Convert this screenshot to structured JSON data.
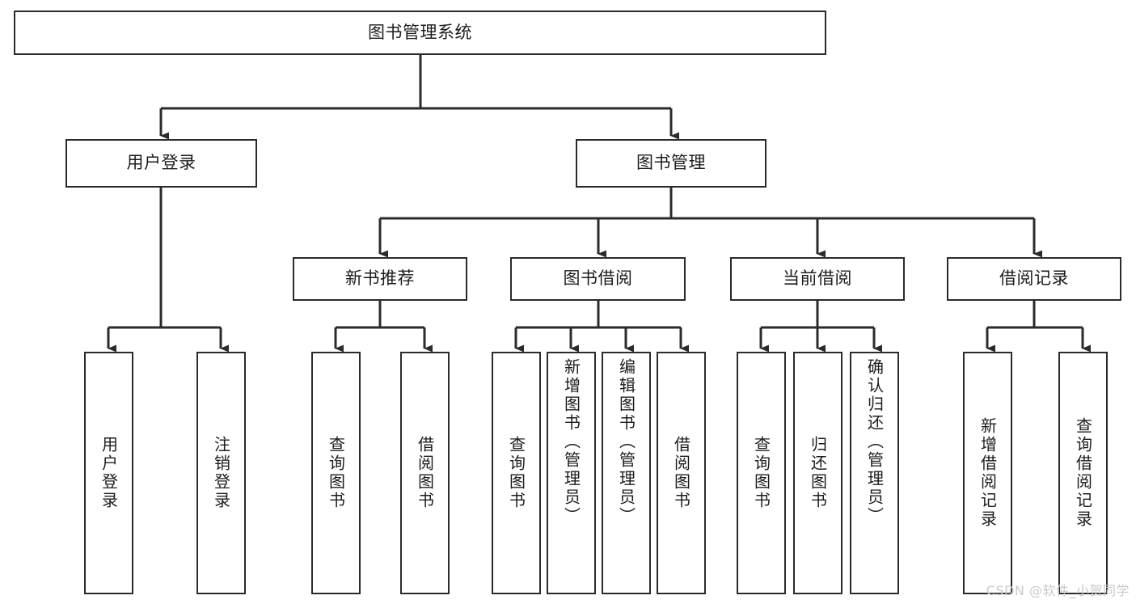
{
  "diagram": {
    "type": "tree-hierarchy",
    "title": "图书管理系统",
    "watermark": "CSDN @软件_小贺同学",
    "colors": {
      "stroke": "#2b2b2b",
      "fill": "#ffffff",
      "text": "#1c1c1c",
      "watermark": "#c9c9c9"
    },
    "nodes": {
      "root": {
        "label": "图书管理系统"
      },
      "level2": [
        {
          "id": "user-login",
          "label": "用户登录"
        },
        {
          "id": "book-manage",
          "label": "图书管理"
        }
      ],
      "level3": [
        {
          "id": "new-book-recommend",
          "label": "新书推荐"
        },
        {
          "id": "book-borrow",
          "label": "图书借阅"
        },
        {
          "id": "current-borrow",
          "label": "当前借阅"
        },
        {
          "id": "borrow-record",
          "label": "借阅记录"
        }
      ],
      "leaves": {
        "user-login": [
          {
            "id": "leaf-user-login",
            "label": "用户登录",
            "align": "centered"
          },
          {
            "id": "leaf-user-logout",
            "label": "注销登录",
            "align": "centered"
          }
        ],
        "new-book-recommend": [
          {
            "id": "leaf-query-book-1",
            "label": "查询图书",
            "align": "centered"
          },
          {
            "id": "leaf-borrow-book-1",
            "label": "借阅图书",
            "align": "centered"
          }
        ],
        "book-borrow": [
          {
            "id": "leaf-query-book-2",
            "label": "查询图书",
            "align": "centered"
          },
          {
            "id": "leaf-add-book",
            "label": "新增图书（管理员）",
            "align": "top"
          },
          {
            "id": "leaf-edit-book",
            "label": "编辑图书（管理员）",
            "align": "top"
          },
          {
            "id": "leaf-borrow-book-2",
            "label": "借阅图书",
            "align": "centered"
          }
        ],
        "current-borrow": [
          {
            "id": "leaf-query-book-3",
            "label": "查询图书",
            "align": "centered"
          },
          {
            "id": "leaf-return-book",
            "label": "归还图书",
            "align": "centered"
          },
          {
            "id": "leaf-confirm-return",
            "label": "确认归还（管理员）",
            "align": "top"
          }
        ],
        "borrow-record": [
          {
            "id": "leaf-add-record",
            "label": "新增借阅记录",
            "align": "centered"
          },
          {
            "id": "leaf-query-record",
            "label": "查询借阅记录",
            "align": "centered"
          }
        ]
      }
    }
  }
}
